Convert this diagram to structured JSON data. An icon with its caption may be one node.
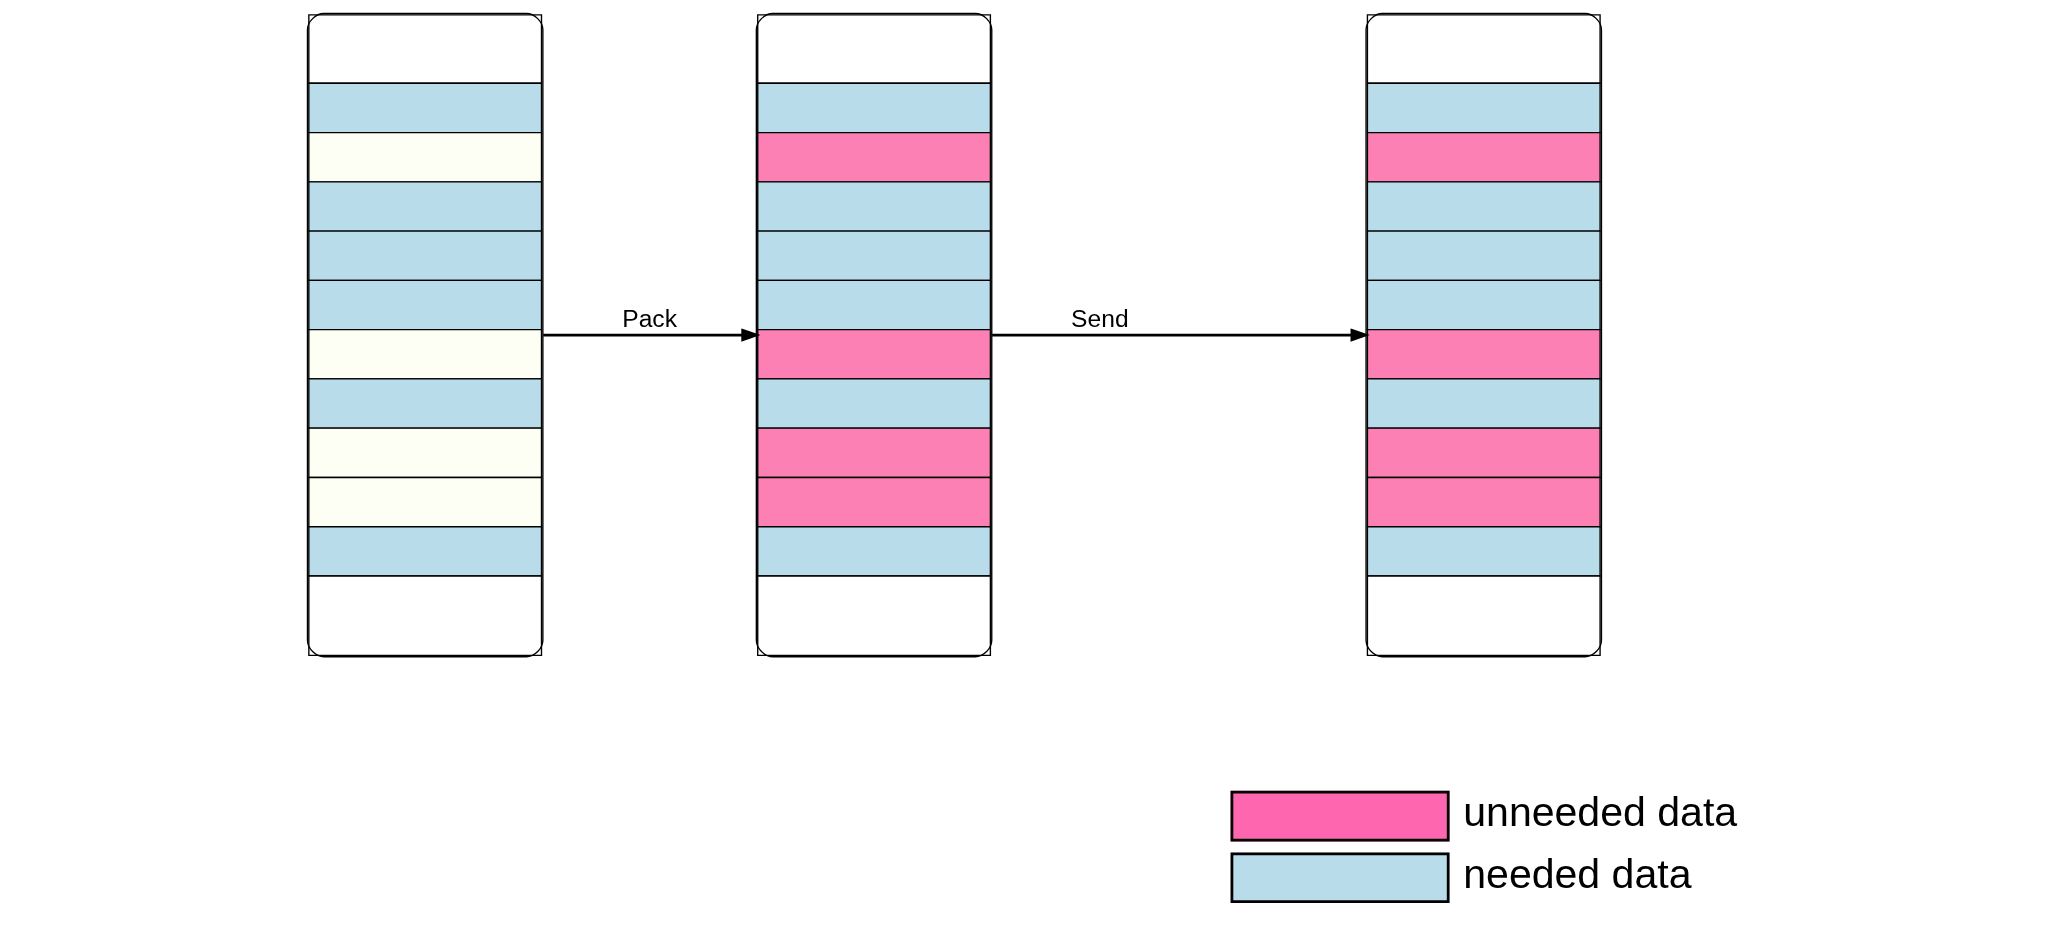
{
  "diagram": {
    "nodes": [
      {
        "text": [],
        "shape": "box"
      },
      {
        "text": [],
        "shape": "box"
      },
      {
        "text": [],
        "shape": "box"
      }
    ],
    "edges": [
      {
        "from": 0,
        "to": 1,
        "arrow": "to",
        "label": "Pack"
      },
      {
        "from": 1,
        "to": 2,
        "arrow": "to",
        "label": "Send"
      }
    ],
    "legend": [
      {
        "text": "unneeded data",
        "color": "#ff66b0"
      },
      {
        "text": "needed data",
        "color": "#b9dcea"
      }
    ]
  }
}
